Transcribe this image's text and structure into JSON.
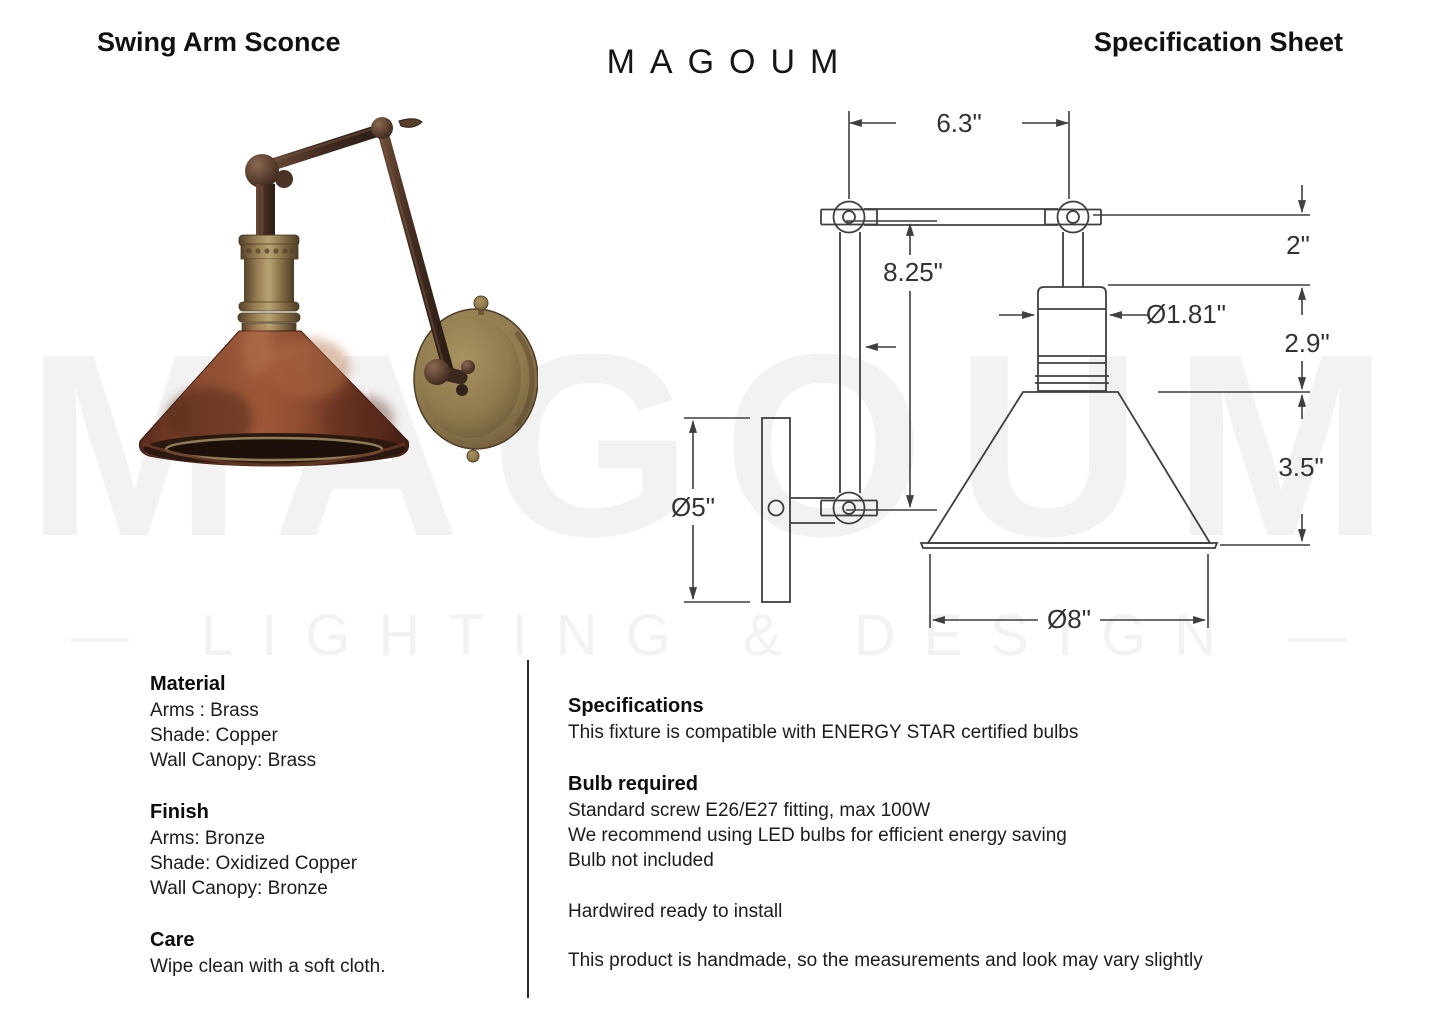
{
  "header": {
    "product_title": "Swing Arm Sconce",
    "brand": "MAGOUM",
    "sheet_title": "Specification Sheet"
  },
  "watermark": {
    "brand": "MAGOUM",
    "tagline": "— LIGHTING & DESIGN —"
  },
  "diagram": {
    "arm_span": "6.3\"",
    "arm_drop": "8.25\"",
    "top_offset": "2\"",
    "socket_diameter": "Ø1.81\"",
    "socket_height": "2.9\"",
    "shade_height": "3.5\"",
    "canopy_diameter": "Ø5\"",
    "shade_diameter": "Ø8\""
  },
  "details": {
    "material": {
      "title": "Material",
      "lines": [
        "Arms : Brass",
        "Shade: Copper",
        "Wall Canopy: Brass"
      ]
    },
    "finish": {
      "title": "Finish",
      "lines": [
        "Arms: Bronze",
        "Shade: Oxidized Copper",
        "Wall Canopy: Bronze"
      ]
    },
    "care": {
      "title": "Care",
      "lines": [
        "Wipe clean with a soft cloth."
      ]
    }
  },
  "specs": {
    "specifications": {
      "title": "Specifications",
      "lines": [
        "This fixture is compatible with ENERGY STAR certified bulbs"
      ]
    },
    "bulb": {
      "title": "Bulb required",
      "lines": [
        "Standard screw E26/E27 fitting, max 100W",
        "We recommend using LED bulbs for efficient energy saving",
        "Bulb not included"
      ]
    },
    "install_note": "Hardwired ready to install",
    "handmade_note": "This product is handmade, so the measurements and look may vary slightly"
  },
  "colors": {
    "copper_shade": "#8c4c32",
    "brass_socket": "#9a8055",
    "bronze_arm": "#442e23",
    "brass_canopy": "#8f7a4e",
    "line_art": "#3f3f3f"
  }
}
